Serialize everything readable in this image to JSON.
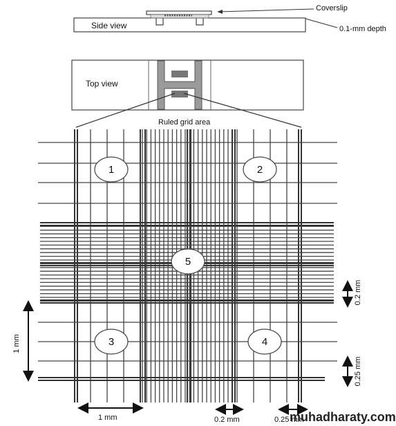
{
  "labels": {
    "coverslip": "Coverslip",
    "side_view": "Side view",
    "depth": "0.1-mm depth",
    "top_view": "Top view",
    "ruled_grid": "Ruled grid area",
    "dim_1mm_bottom": "1 mm",
    "dim_02mm_bottom": "0.2 mm",
    "dim_025mm_bottom": "0.25 mm",
    "dim_1mm_left": "1 mm",
    "dim_02mm_right": "0.2 mm",
    "dim_025mm_right": "0.25 mm"
  },
  "squares": [
    "1",
    "2",
    "3",
    "4",
    "5"
  ],
  "watermark": "muhadharaty.com",
  "colors": {
    "line": "#444444",
    "ink": "#111111",
    "background": "#ffffff"
  }
}
